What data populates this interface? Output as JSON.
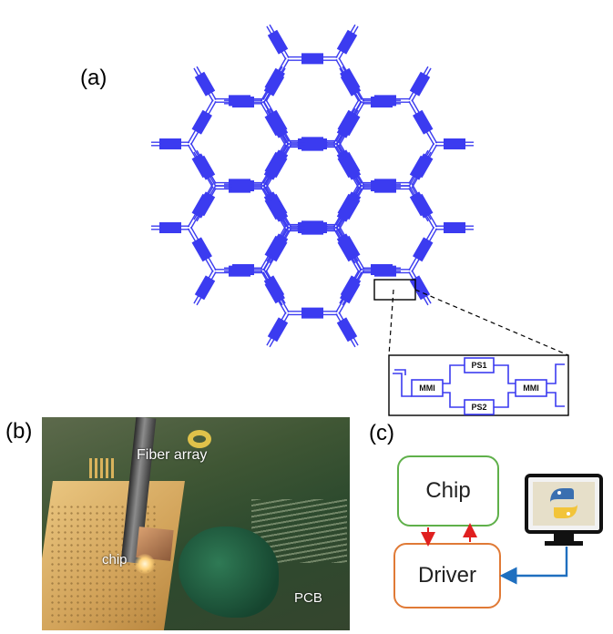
{
  "panel_labels": {
    "a": "(a)",
    "b": "(b)",
    "c": "(c)"
  },
  "lattice": {
    "color": "#3b3bf0"
  },
  "inset": {
    "labels": [
      "MMI",
      "PS1",
      "PS2",
      "MMI"
    ]
  },
  "photo": {
    "fiber_label": "Fiber array",
    "chip_label": "chip",
    "pcb_label": "PCB"
  },
  "system": {
    "chip_label": "Chip",
    "driver_label": "Driver",
    "chip_border": "#5fb04a",
    "driver_border": "#e07a36",
    "link_color": "#e02020",
    "usb_color": "#1f6fbf"
  }
}
